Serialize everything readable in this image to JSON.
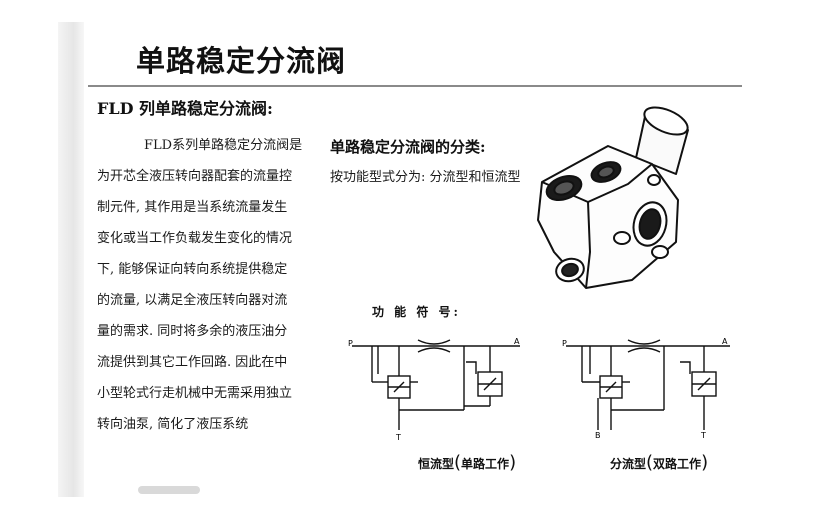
{
  "slide": {
    "title": "单路稳定分流阀",
    "subheading": "FLD 列单路稳定分流阀:",
    "body_lines": [
      "FLD系列单路稳定分流阀是",
      "为开芯全液压转向器配套的流量控",
      "制元件, 其作用是当系统流量发生",
      "变化或当工作负载发生变化的情况",
      "下, 能够保证向转向系统提供稳定",
      "的流量, 以满足全液压转向器对流",
      "量的需求. 同时将多余的液压油分",
      "流提供到其它工作回路. 因此在中",
      "小型轮式行走机械中无需采用独立",
      "转向油泵, 简化了液压系统"
    ],
    "classification_heading": "单路稳定分流阀的分类:",
    "classification_desc": "按功能型式分为: 分流型和恒流型",
    "symbol_label": "功 能 符 号:",
    "diagrams": [
      {
        "port_p": "P",
        "port_a": "A",
        "port_t": "T",
        "port_b": "",
        "caption_main": "恒流型",
        "caption_paren": "单路工作"
      },
      {
        "port_p": "P",
        "port_a": "A",
        "port_t": "T",
        "port_b": "B",
        "caption_main": "分流型",
        "caption_paren": "双路工作"
      }
    ]
  }
}
